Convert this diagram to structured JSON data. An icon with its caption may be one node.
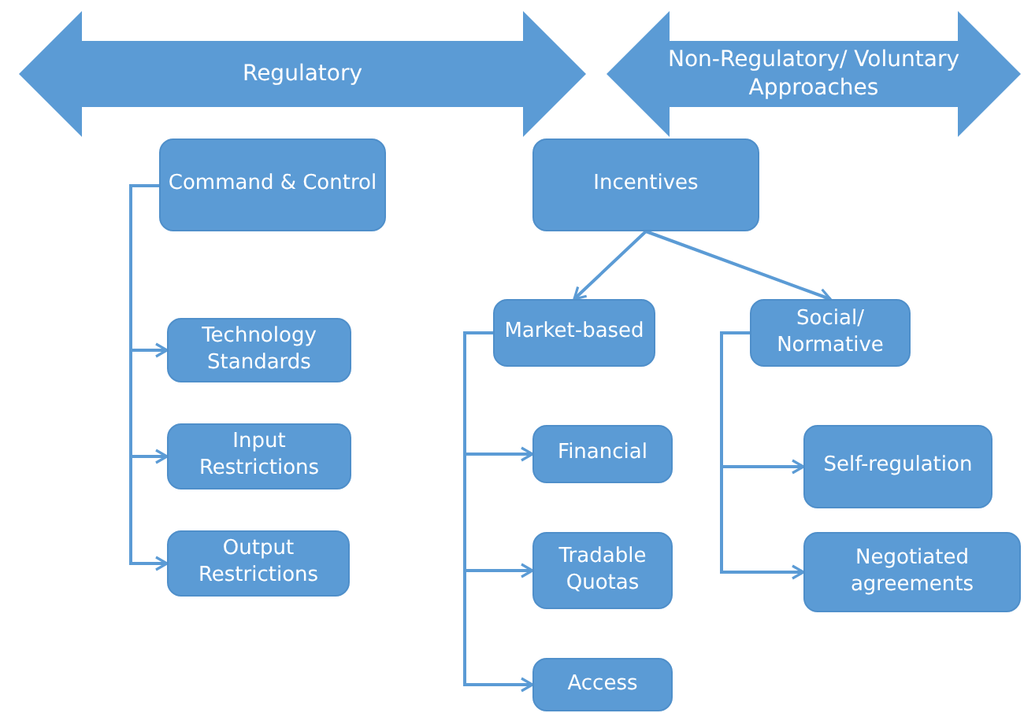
{
  "diagram": {
    "nodes": [
      {
        "text": [
          "Regulatory"
        ]
      },
      {
        "text": [
          "Non-Regulatory/ Voluntary Approaches"
        ]
      },
      {
        "text": [
          "Command & Control"
        ]
      },
      {
        "text": [
          "Technology Standards"
        ]
      },
      {
        "text": [
          "Input Restrictions"
        ]
      },
      {
        "text": [
          "Output Restrictions"
        ]
      },
      {
        "text": [
          "Incentives"
        ]
      },
      {
        "text": [
          "Market-based"
        ]
      },
      {
        "text": [
          "Social/ Normative"
        ]
      },
      {
        "text": [
          "Financial"
        ]
      },
      {
        "text": [
          "Tradable Quotas"
        ]
      },
      {
        "text": [
          "Access"
        ]
      },
      {
        "text": [
          "Self-regulation"
        ]
      },
      {
        "text": [
          "Negotiated agreements"
        ]
      }
    ],
    "edges": [
      {
        "from": 2,
        "to": 3,
        "arrow": "to"
      },
      {
        "from": 2,
        "to": 4,
        "arrow": "to"
      },
      {
        "from": 2,
        "to": 5,
        "arrow": "to"
      },
      {
        "from": 6,
        "to": 7,
        "arrow": "to"
      },
      {
        "from": 6,
        "to": 8,
        "arrow": "to"
      },
      {
        "from": 7,
        "to": 9,
        "arrow": "to"
      },
      {
        "from": 7,
        "to": 10,
        "arrow": "to"
      },
      {
        "from": 7,
        "to": 11,
        "arrow": "to"
      },
      {
        "from": 8,
        "to": 12,
        "arrow": "to"
      },
      {
        "from": 8,
        "to": 13,
        "arrow": "to"
      }
    ]
  }
}
